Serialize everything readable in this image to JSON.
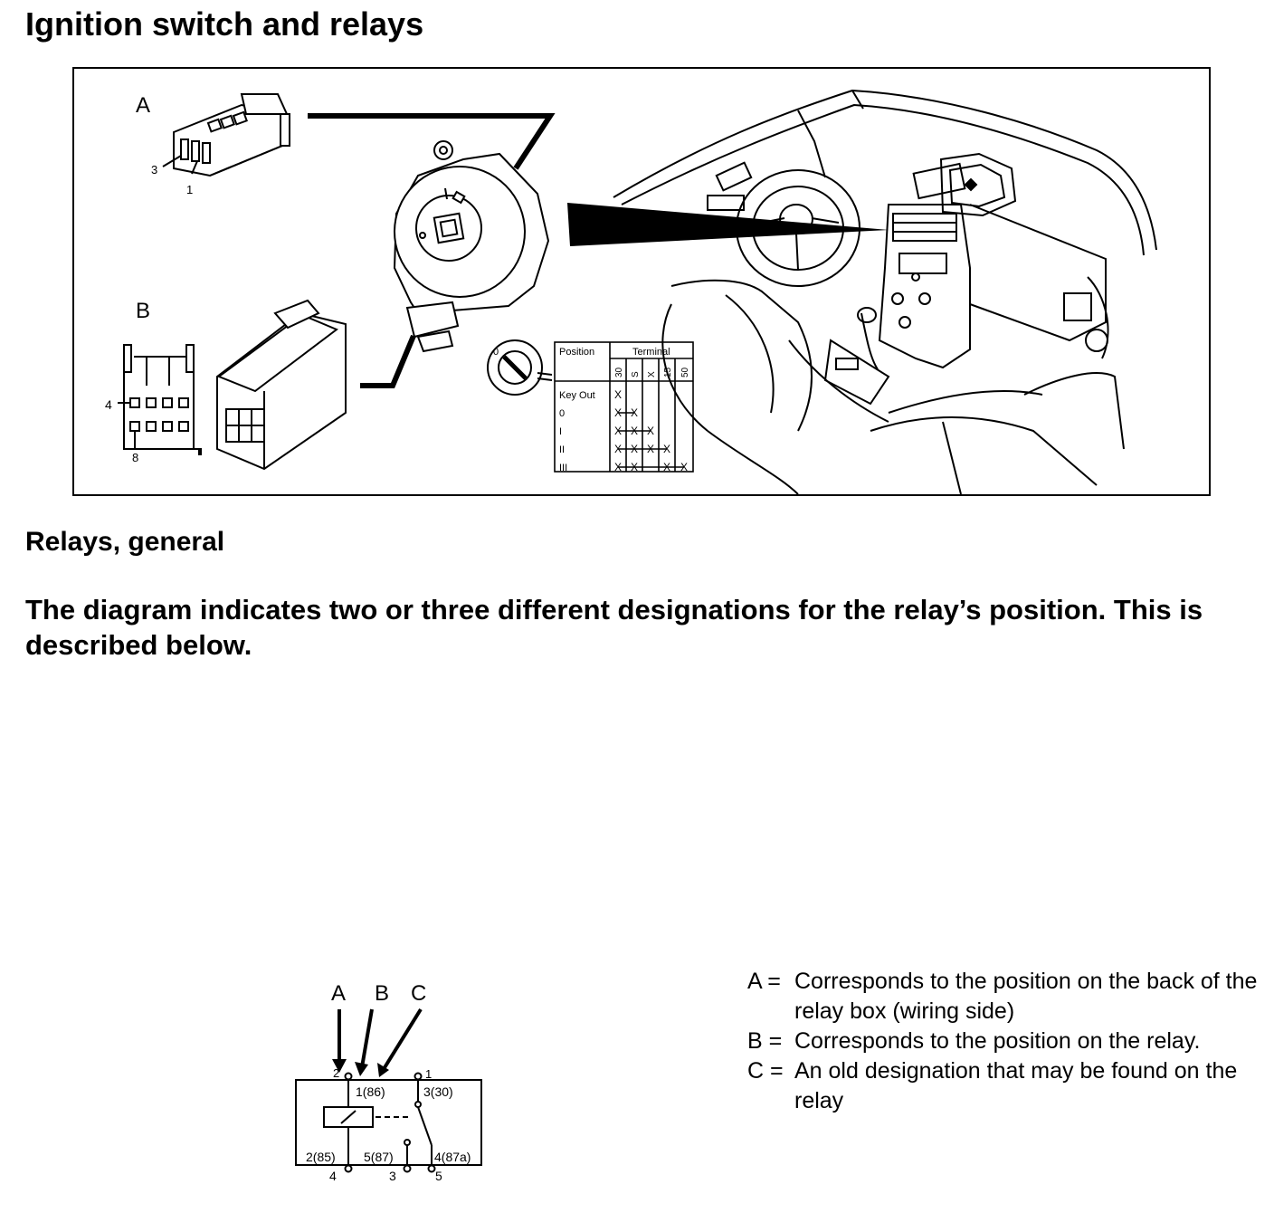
{
  "page_title": "Ignition switch and relays",
  "figure": {
    "connector_a_label": "A",
    "connector_a_pin_3": "3",
    "connector_a_pin_1": "1",
    "connector_b_label": "B",
    "connector_b_pin_4": "4",
    "connector_b_pin_8": "8",
    "table": {
      "position_header": "Position",
      "terminal_header": "Terminal",
      "terminals": [
        "30",
        "S",
        "X",
        "15",
        "50"
      ],
      "rows": [
        {
          "position": "Key Out",
          "marks": [
            "X",
            "",
            "",
            "",
            ""
          ]
        },
        {
          "position": "0",
          "marks": [
            "X",
            "X",
            "",
            "",
            ""
          ]
        },
        {
          "position": "I",
          "marks": [
            "X",
            "X",
            "X",
            "",
            ""
          ]
        },
        {
          "position": "II",
          "marks": [
            "X",
            "X",
            "X",
            "X",
            ""
          ]
        },
        {
          "position": "III",
          "marks": [
            "X",
            "X",
            "",
            "X",
            "X"
          ]
        }
      ]
    }
  },
  "section_title": "Relays, general",
  "intro_text": "The diagram indicates two or three different designations for the relay’s position. This is described below.",
  "relay": {
    "arrow_a": "A",
    "arrow_b": "B",
    "arrow_c": "C",
    "pin_top_left_outer": "2",
    "pin_top_left_inner": "1(86)",
    "pin_top_right_outer": "1",
    "pin_top_right_inner": "3(30)",
    "pin_bottom_left_inner": "2(85)",
    "pin_bottom_mid_inner": "5(87)",
    "pin_bottom_right_inner": "4(87a)",
    "pin_bottom_left_outer": "4",
    "pin_bottom_mid_outer": "3",
    "pin_bottom_right_outer": "5"
  },
  "legend": [
    {
      "key": "A =",
      "text": "Corresponds to the position on the back of the relay box (wiring side)"
    },
    {
      "key": "B =",
      "text": "Corresponds to the position on the relay."
    },
    {
      "key": "C =",
      "text": "An old designation that may be found on the relay"
    }
  ]
}
